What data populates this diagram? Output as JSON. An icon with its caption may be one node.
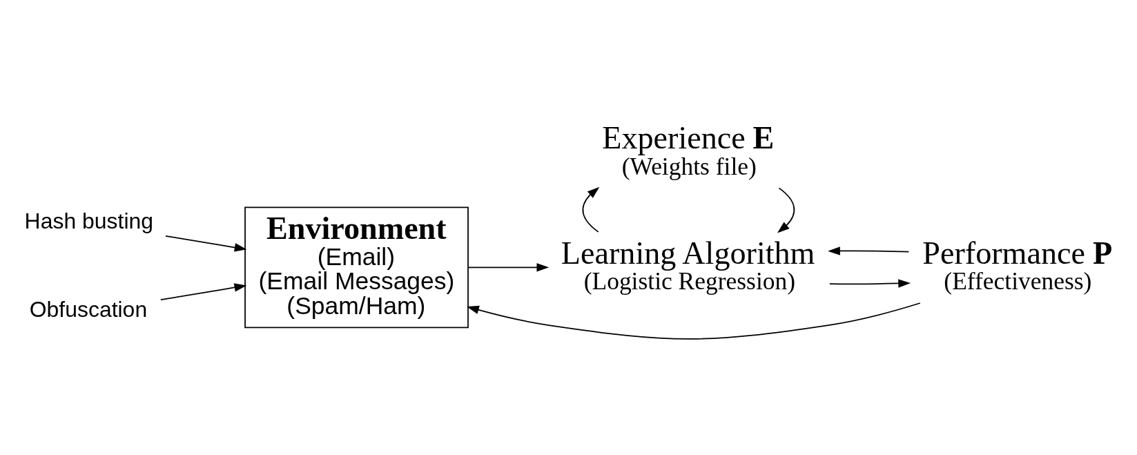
{
  "diagram": {
    "nodes": [
      {
        "text": [
          "Environment",
          "(Email)",
          "(Email Messages)",
          "(Spam/Ham)"
        ]
      },
      {
        "text": [
          "Learning Algorithm",
          "(Logistic Regression)"
        ]
      },
      {
        "text": [
          "Performance **P**",
          "(Effectiveness)"
        ]
      },
      {
        "text": [
          "Experience **E**",
          "(Weights file)"
        ]
      },
      {
        "text": [
          "Hash busting"
        ]
      },
      {
        "text": [
          "Obfuscation"
        ]
      }
    ],
    "edges": [
      {
        "from": 0,
        "to": 1,
        "arrow": "to"
      },
      {
        "from": 1,
        "to": 2,
        "arrow": "to"
      },
      {
        "from": 2,
        "to": 1,
        "arrow": "to"
      },
      {
        "from": 2,
        "to": 0,
        "arrow": "to"
      },
      {
        "from": 3,
        "to": 1,
        "arrow": "to"
      },
      {
        "from": 1,
        "to": 3,
        "arrow": "to"
      },
      {
        "from": 4,
        "to": 0,
        "arrow": "to"
      },
      {
        "from": 5,
        "to": 0,
        "arrow": "to"
      }
    ]
  }
}
